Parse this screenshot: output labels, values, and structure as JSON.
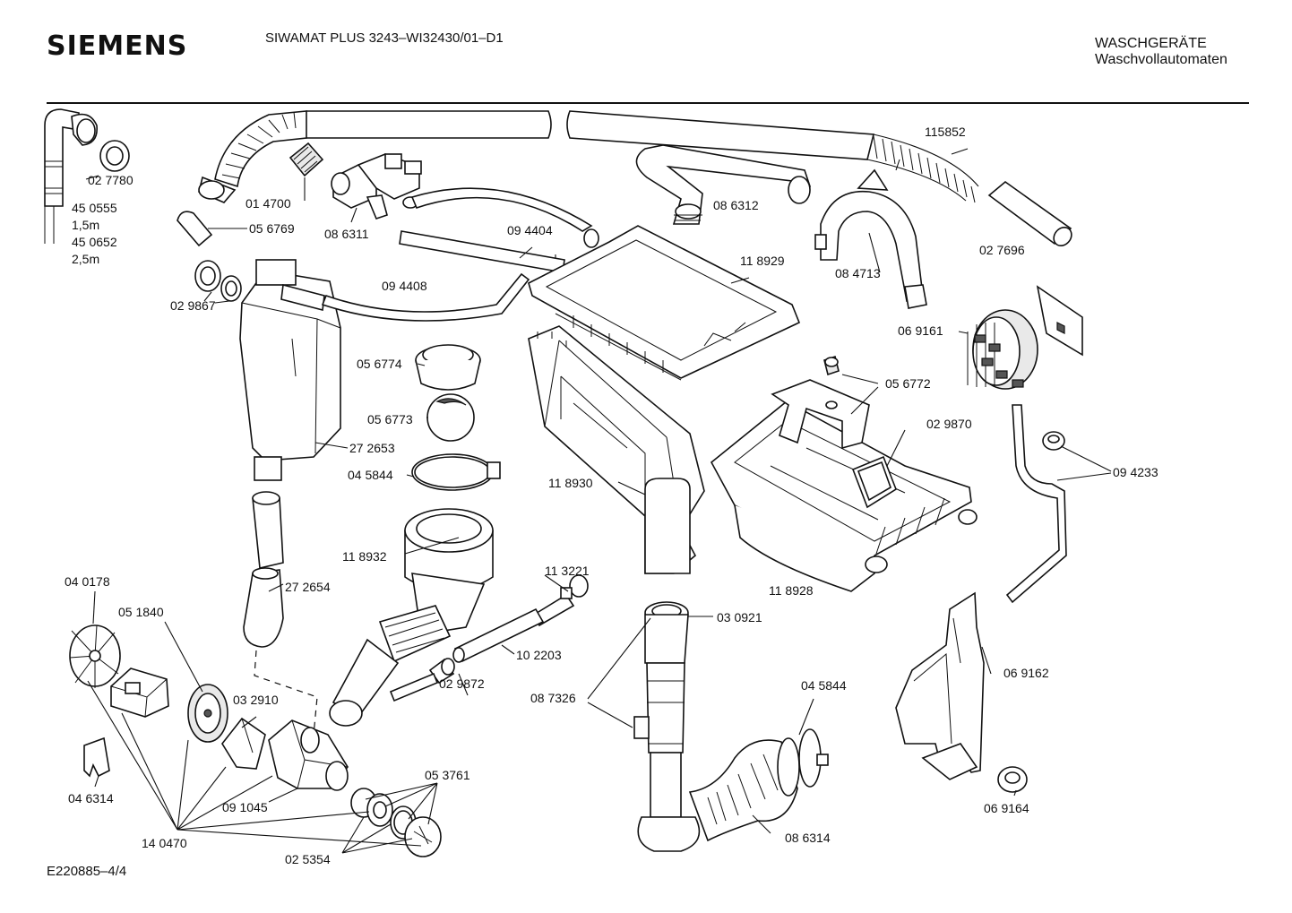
{
  "header": {
    "brand": "SIEMENS",
    "model": "SIWAMAT PLUS 3243–WI32430/01–D1",
    "category_line1": "WASCHGERÄTE",
    "category_line2": "Waschvollautomaten"
  },
  "footer": {
    "doc_id": "E220885–4/4"
  },
  "parts": {
    "p027780": "02 7780",
    "p450555": "45 0555",
    "len15": "1,5m",
    "p450652": "45 0652",
    "len25": "2,5m",
    "p014700": "01 4700",
    "p056769": "05 6769",
    "p086311": "08 6311",
    "p029867": "02 9867",
    "p094404": "09 4404",
    "p094408": "09 4408",
    "p086312": "08 6312",
    "p115852": "115852",
    "p084713": "08 4713",
    "p027696": "02 7696",
    "p118929": "11 8929",
    "p069161": "06 9161",
    "p056774": "05 6774",
    "p056773": "05 6773",
    "p272653": "27 2653",
    "p045844a": "04 5844",
    "p056772": "05 6772",
    "p029870": "02 9870",
    "p094233": "09 4233",
    "p118930": "11 8930",
    "p118932": "11 8932",
    "p272654": "27 2654",
    "p113221": "11 3221",
    "p118928": "11 8928",
    "p040178": "04 0178",
    "p051840": "05 1840",
    "p030921": "03 0921",
    "p102203": "10 2203",
    "p087326": "08 7326",
    "p029872": "02 9872",
    "p032910": "03 2910",
    "p069162": "06 9162",
    "p045844b": "04 5844",
    "p046314": "04 6314",
    "p053761": "05 3761",
    "p091045": "09 1045",
    "p069164": "06 9164",
    "p086314": "08 6314",
    "p140470": "14 0470",
    "p025354": "02 5354"
  }
}
